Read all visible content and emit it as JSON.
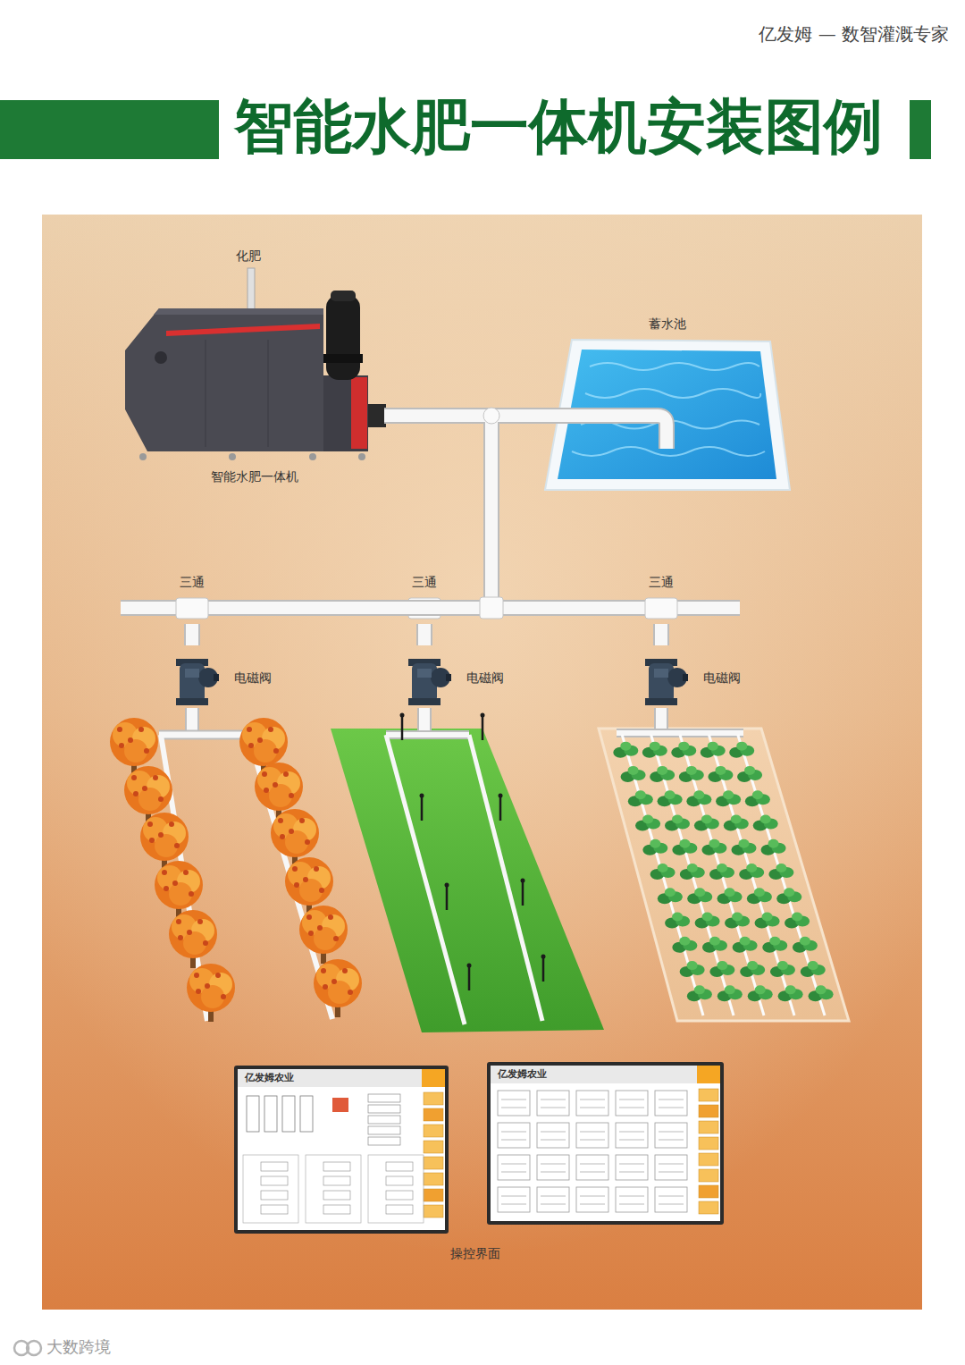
{
  "diagram": {
    "title": "智能水肥一体机安装图例",
    "nodes": [
      {
        "text": [
          "智能水肥一体机"
        ]
      },
      {
        "text": [
          "蓄水池"
        ]
      },
      {
        "text": [
          "三通"
        ]
      },
      {
        "text": [
          "三通"
        ]
      },
      {
        "text": [
          "三通"
        ]
      },
      {
        "text": [
          "电磁阀"
        ]
      },
      {
        "text": [
          "电磁阀"
        ]
      },
      {
        "text": [
          "电磁阀"
        ]
      },
      {
        "text": [
          "亿发姆农业"
        ]
      },
      {
        "text": [
          "亿发姆农业"
        ]
      }
    ],
    "edges": [
      {
        "from": 0,
        "to": 1,
        "arrow": "none"
      },
      {
        "from": 0,
        "to": 2,
        "arrow": "none"
      },
      {
        "from": 0,
        "to": 3,
        "arrow": "none"
      },
      {
        "from": 0,
        "to": 4,
        "arrow": "none"
      },
      {
        "from": 2,
        "to": 5,
        "arrow": "none"
      },
      {
        "from": 3,
        "to": 6,
        "arrow": "none"
      },
      {
        "from": 4,
        "to": 7,
        "arrow": "none"
      }
    ],
    "labels": [
      "亿发姆 — 数智灌溉专家",
      "化肥",
      "操控界面",
      "大数跨境"
    ]
  }
}
